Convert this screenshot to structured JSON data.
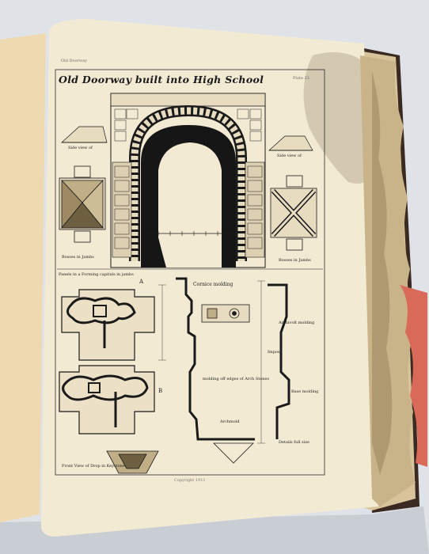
{
  "plate": {
    "title": "Old Doorway built into High School",
    "header_left": "Old Doorway",
    "header_right": "Plate 23",
    "labels": {
      "side_view_left": "Side view of",
      "side_view_right": "Side view of",
      "bosses_left": "Bosses in Jambs",
      "bosses_right": "Bosses in Jambs",
      "panels_caption": "Panels in a Forming capitals in jambs",
      "panel_a": "A",
      "panel_b": "B",
      "cornice_molding": "Cornice molding",
      "archivolt_molding": "Archivolt molding",
      "impost": "Impost",
      "molding_edges": "molding off edges of Arch Stones",
      "base_molding": "Base molding",
      "archmold": "Archmold",
      "details": "Details full size",
      "front_view_drop": "Front View of Drop in Keystone",
      "printer_credit": "Copyright 1911"
    }
  },
  "colors": {
    "background": "#dfe3e8",
    "page": "#f3ead4",
    "ink": "#1a1a1a",
    "stain": "#8c8070",
    "ribbon": "#d96a5a"
  }
}
